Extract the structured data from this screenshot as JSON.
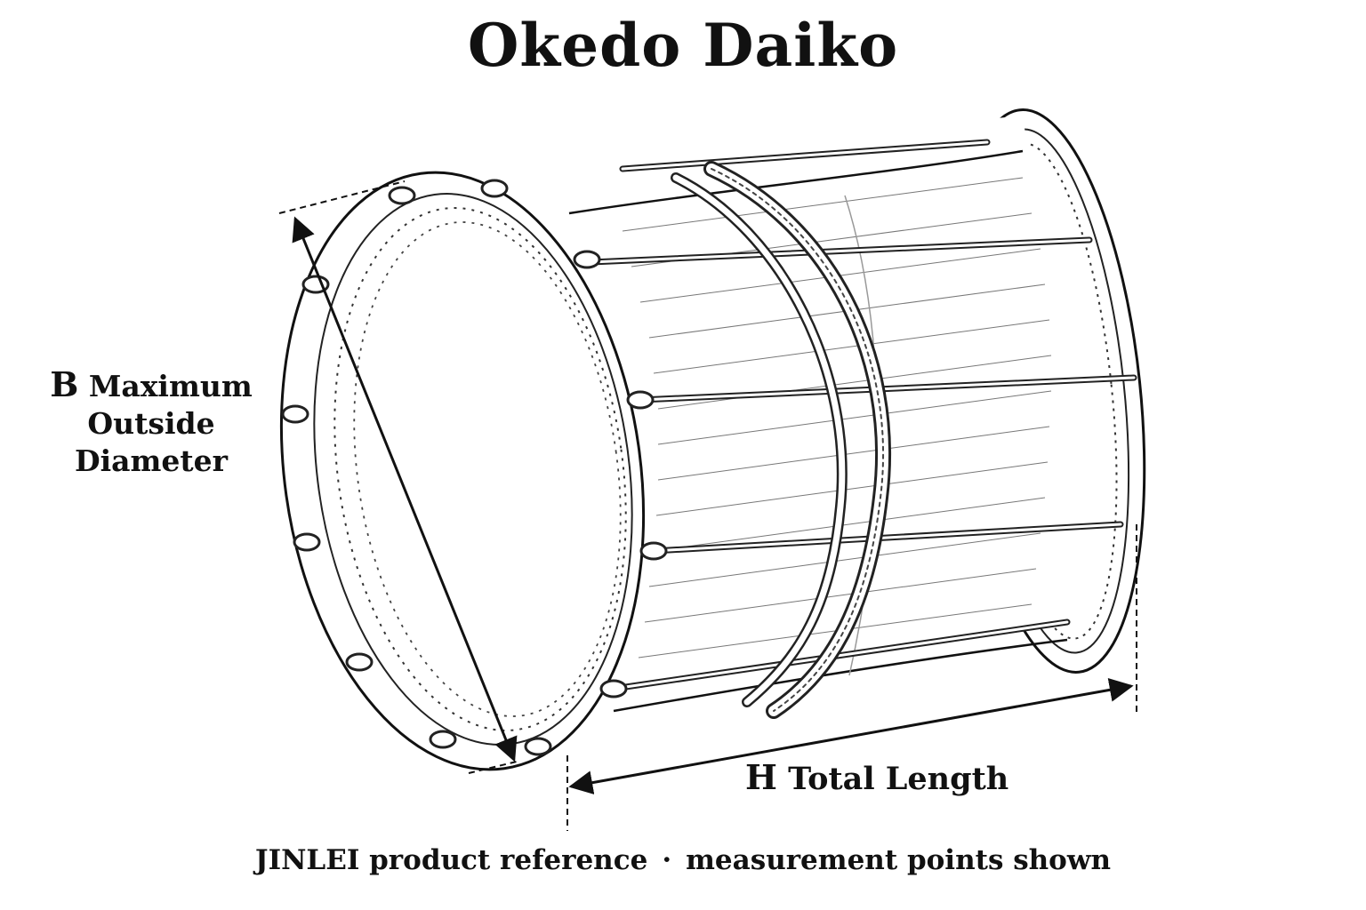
{
  "title": "Okedo Daiko",
  "dimension_b": {
    "letter": "B",
    "line1": "Maximum",
    "line2": "Outside Diameter"
  },
  "dimension_h": {
    "letter": "H",
    "text": "Total Length"
  },
  "caption": {
    "left": "JINLEI product reference",
    "separator": "·",
    "right": "measurement points shown"
  },
  "colors": {
    "line": "#111111",
    "rope": "#222222",
    "background": "#ffffff"
  }
}
